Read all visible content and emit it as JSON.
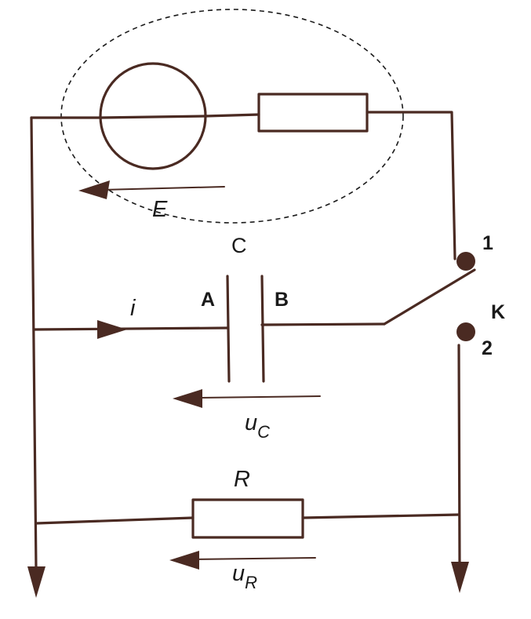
{
  "colors": {
    "wire": "#4a2a22",
    "ink": "#1a1a1a",
    "background": "#ffffff"
  },
  "labels": {
    "emf": "E",
    "capacitor": "C",
    "current": "i",
    "plate_a": "A",
    "plate_b": "B",
    "switch": "K",
    "terminal_1": "1",
    "terminal_2": "2",
    "resistor": "R",
    "uc_main": "u",
    "uc_sub": "C",
    "ur_main": "u",
    "ur_sub": "R"
  }
}
